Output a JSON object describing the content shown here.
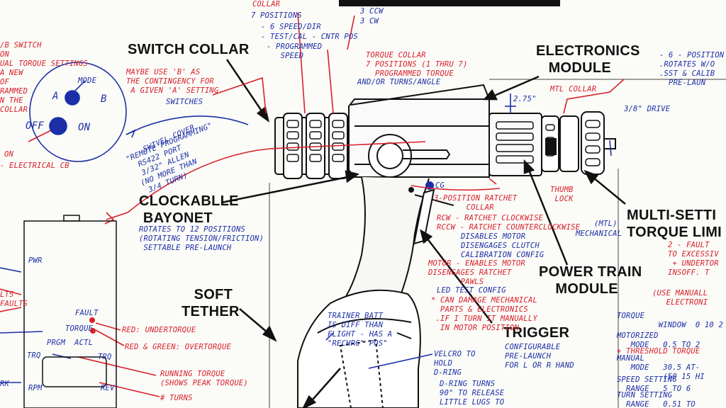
{
  "colors": {
    "red_ink": "#d8202a",
    "blue_ink": "#1c2fa6",
    "print": "#111111",
    "paper": "#fbfbf8"
  },
  "printed_labels": {
    "switch_collar": "SWITCH COLLAR",
    "electronics_module": "ELECTRONICS\n   MODULE",
    "clockable_bayonet": "CLOCKABLLE\n BAYONET",
    "soft_tether": "   SOFT\nTETHER",
    "power_train_module": "POWER TRAIN\n    MODULE",
    "trigger": "TRIGGER",
    "multi_setting_torque_limiter": "MULTI-SETTI\nTORQUE LIMI"
  },
  "notes": {
    "top_collar": "COLLAR",
    "positions_7": "7 POSITIONS",
    "ccw_3": "3 CCW",
    "cw_3": "3 CW",
    "speed_dir": "- 6 SPEED/DIR",
    "test_cal": "- TEST/CAL - CNTR POS",
    "programmed_speed": "- PROGRAMMED\n   SPEED",
    "torque_collar": "TORQUE COLLAR\n7 POSITIONS (1 THRU 7)\n  PROGRAMMED TORQUE",
    "turns_angle": "AND/OR TURNS/ANGLE",
    "contingency": "MAYBE USE 'B' AS\nTHE CONTINGENCY FOR\n A GIVEN 'A' SETTING",
    "switches": "SWITCHES",
    "switch_left": "/B SWITCH\nON\nUAL TORQUE SETTINGS\nA NEW\nOF\nRAMMED\nN THE\nCOLLAR",
    "mode": "MODE",
    "mode_a": "A",
    "mode_b": "B",
    "off": "OFF",
    "on": "ON",
    "on_left": "ON",
    "electrical_cb": "- ELECTRICAL CB",
    "swivel_cover": "SWIVEL COVER",
    "remote_programming": "\"REMOTE PROGRAMMING\"\n  RS422 PORT\n  3/32\" ALLEN\n (NO MORE THAN\n  3/4 TURN)",
    "dimension": "2.75\"",
    "mtl_collar": "MTL COLLAR",
    "drive": "3/8\" DRIVE",
    "right_positions": "- 6 - POSITION\n.ROTATES W/O\n.SST & CALIB\n  PRE-LAUN",
    "cg": "CG",
    "thumb_lock": "THUMB\n LOCK",
    "ratchet_collar": "3-POSITION RATCHET\n       COLLAR",
    "rcw": "RCW - RATCHET CLOCKWISE",
    "rccw": "RCCW - RATCHET COUNTERCLOCKWISE",
    "mtl": "(MTL)",
    "mechanical": "MECHANICAL",
    "disables_motor": "DISABLES MOTOR\nDISENGAGES CLUTCH\nCALIBRATION CONFIG",
    "motor": "MOTOR - ENABLES MOTOR\nDISENGAGES RATCHET\n       PAWLS",
    "led_test": "LED TEST CONFIG",
    "can_damage": "* CAN DAMAGE MECHANICAL\n  PARTS & ELECTRONICS\n .IF I TURN IT MANUALLY\n  IN MOTOR POSITION",
    "rotates": "ROTATES TO 12 POSITIONS\n(ROTATING TENSION/FRICTION)\n SETTABLE PRE-LAUNCH",
    "trainer": "TRAINER BATT\nIS DIFF THAN\nFLIGHT - HAS A\n\"RECHRG\" POS\"",
    "velcro": "VELCRO TO\nHOLD\nD-RING",
    "d_ring": "D-RING TURNS\n90° TO RELEASE\nLITTLE LUGS TO",
    "trigger_notes": "CONFIGURABLE\nPRE-LAUNCH\nFOR L OR R HAND",
    "pwr": "PWR",
    "fault": "FAULT",
    "torque": "TORQUE",
    "prgm_actl": "PRGM  ACTL",
    "trq_left": "TRQ",
    "trq_right": "TRQ",
    "rpm": "RPM",
    "rev": "REV",
    "red_under": "RED: UNDERTORQUE",
    "red_green": "RED & GREEN: OVERTORQUE",
    "running_torque": "RUNNING TORQUE\n(SHOWS PEAK TORQUE)",
    "turns": "# TURNS",
    "left_faults": "LTS\nFAULTS",
    "left_rk": "RK",
    "fault_2": "2 - FAULT\nTO EXCESSIV\n + UNDERTOR\nINSOFF. T",
    "use_manually": "(USE MANUALL\n   ELECTRONI",
    "torque_window": "TORQUE\n         WINDOW  0 10 2",
    "motorized": "MOTORIZED\n   MODE   0.5 TO 2",
    "threshold": "+ THRESHOLD TORQUE",
    "manual_mode": "MANUAL\n   MODE   30.5 AT-\n          (50 15 HI",
    "speed_setting": "SPEED SETTING\n  RANGE   5 TO 6",
    "turn_setting": "TURN SETTING\n  RANGE   0.51 TO"
  }
}
